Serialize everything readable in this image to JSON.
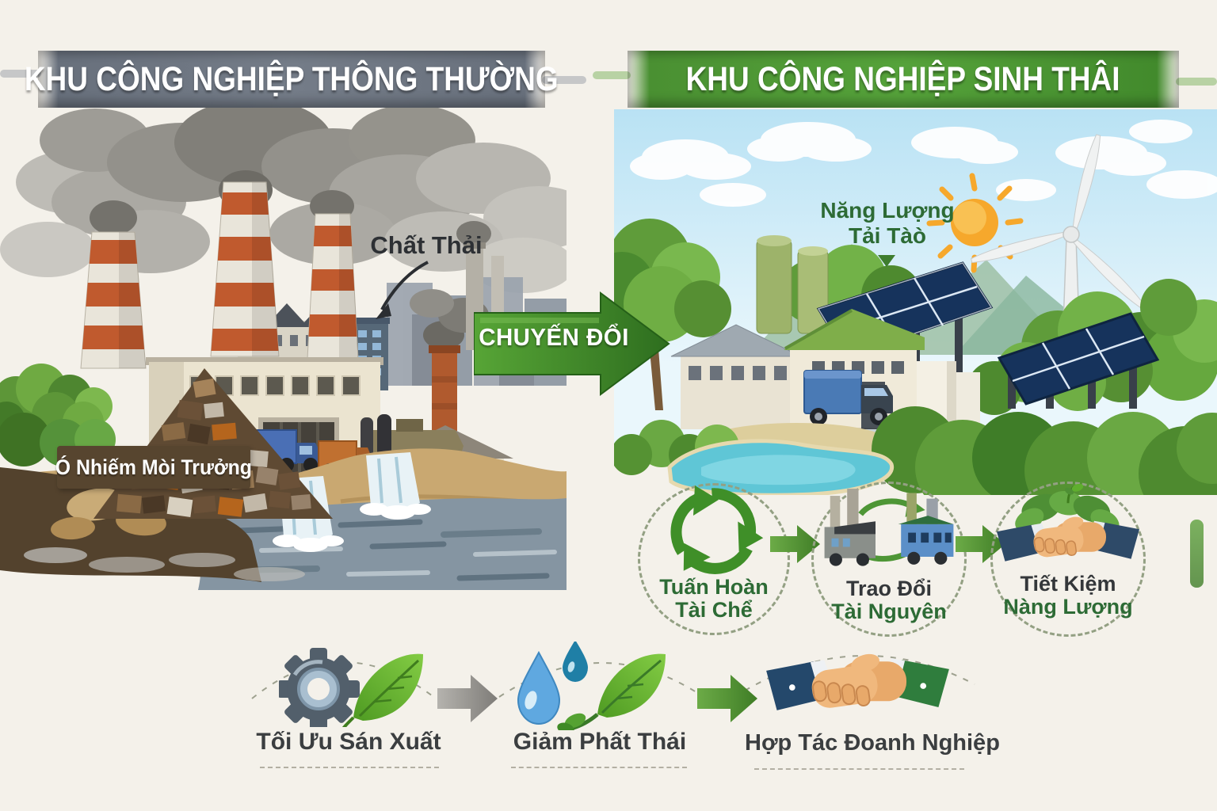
{
  "banners": {
    "left": "KHU CÔNG NGHIỆP THÔNG THƯỜNG",
    "right": "KHU CÔNG NGHIỆP SINH THÂI"
  },
  "left_scene": {
    "waste_label": "Chất Thải",
    "pollution_label": "Ó Nhiếm Mòi Trưởng"
  },
  "transition_arrow": {
    "label": "CHUYẾN ĐỔI"
  },
  "right_scene": {
    "renewable_line1": "Năng Lượng",
    "renewable_line2": "Tải Tàò"
  },
  "cycle_steps": [
    {
      "icon": "recycle-icon",
      "line1": "Tuấn Hoàn",
      "line2": "Tài Chể"
    },
    {
      "icon": "resource-exchange-icon",
      "line1": "Trao Đổi",
      "line2": "Tài Nguyên"
    },
    {
      "icon": "energy-saving-handshake-icon",
      "line1": "Tiết Kiệm",
      "line2": "Nàng Lượng"
    }
  ],
  "bottom_steps": [
    {
      "icon": "gear-leaf-icon",
      "label": "Tối Ưu Sán Xuất"
    },
    {
      "icon": "water-drops-leaf-icon",
      "label": "Giảm Phất Thái"
    },
    {
      "icon": "handshake-icon",
      "label": "Hợp Tác Đoanh Nghiệp"
    }
  ],
  "colors": {
    "background": "#f4f1ea",
    "industrial_banner_gray": "#68707c",
    "eco_banner_green": "#4a9032",
    "transition_arrow_green": "#3e8c2b",
    "label_green": "#2d6b35",
    "label_dark": "#34373a",
    "pollution_box_brown": "#57452f",
    "solar_panel_blue": "#2e62b0",
    "pond_turquoise": "#5fc6d6"
  }
}
